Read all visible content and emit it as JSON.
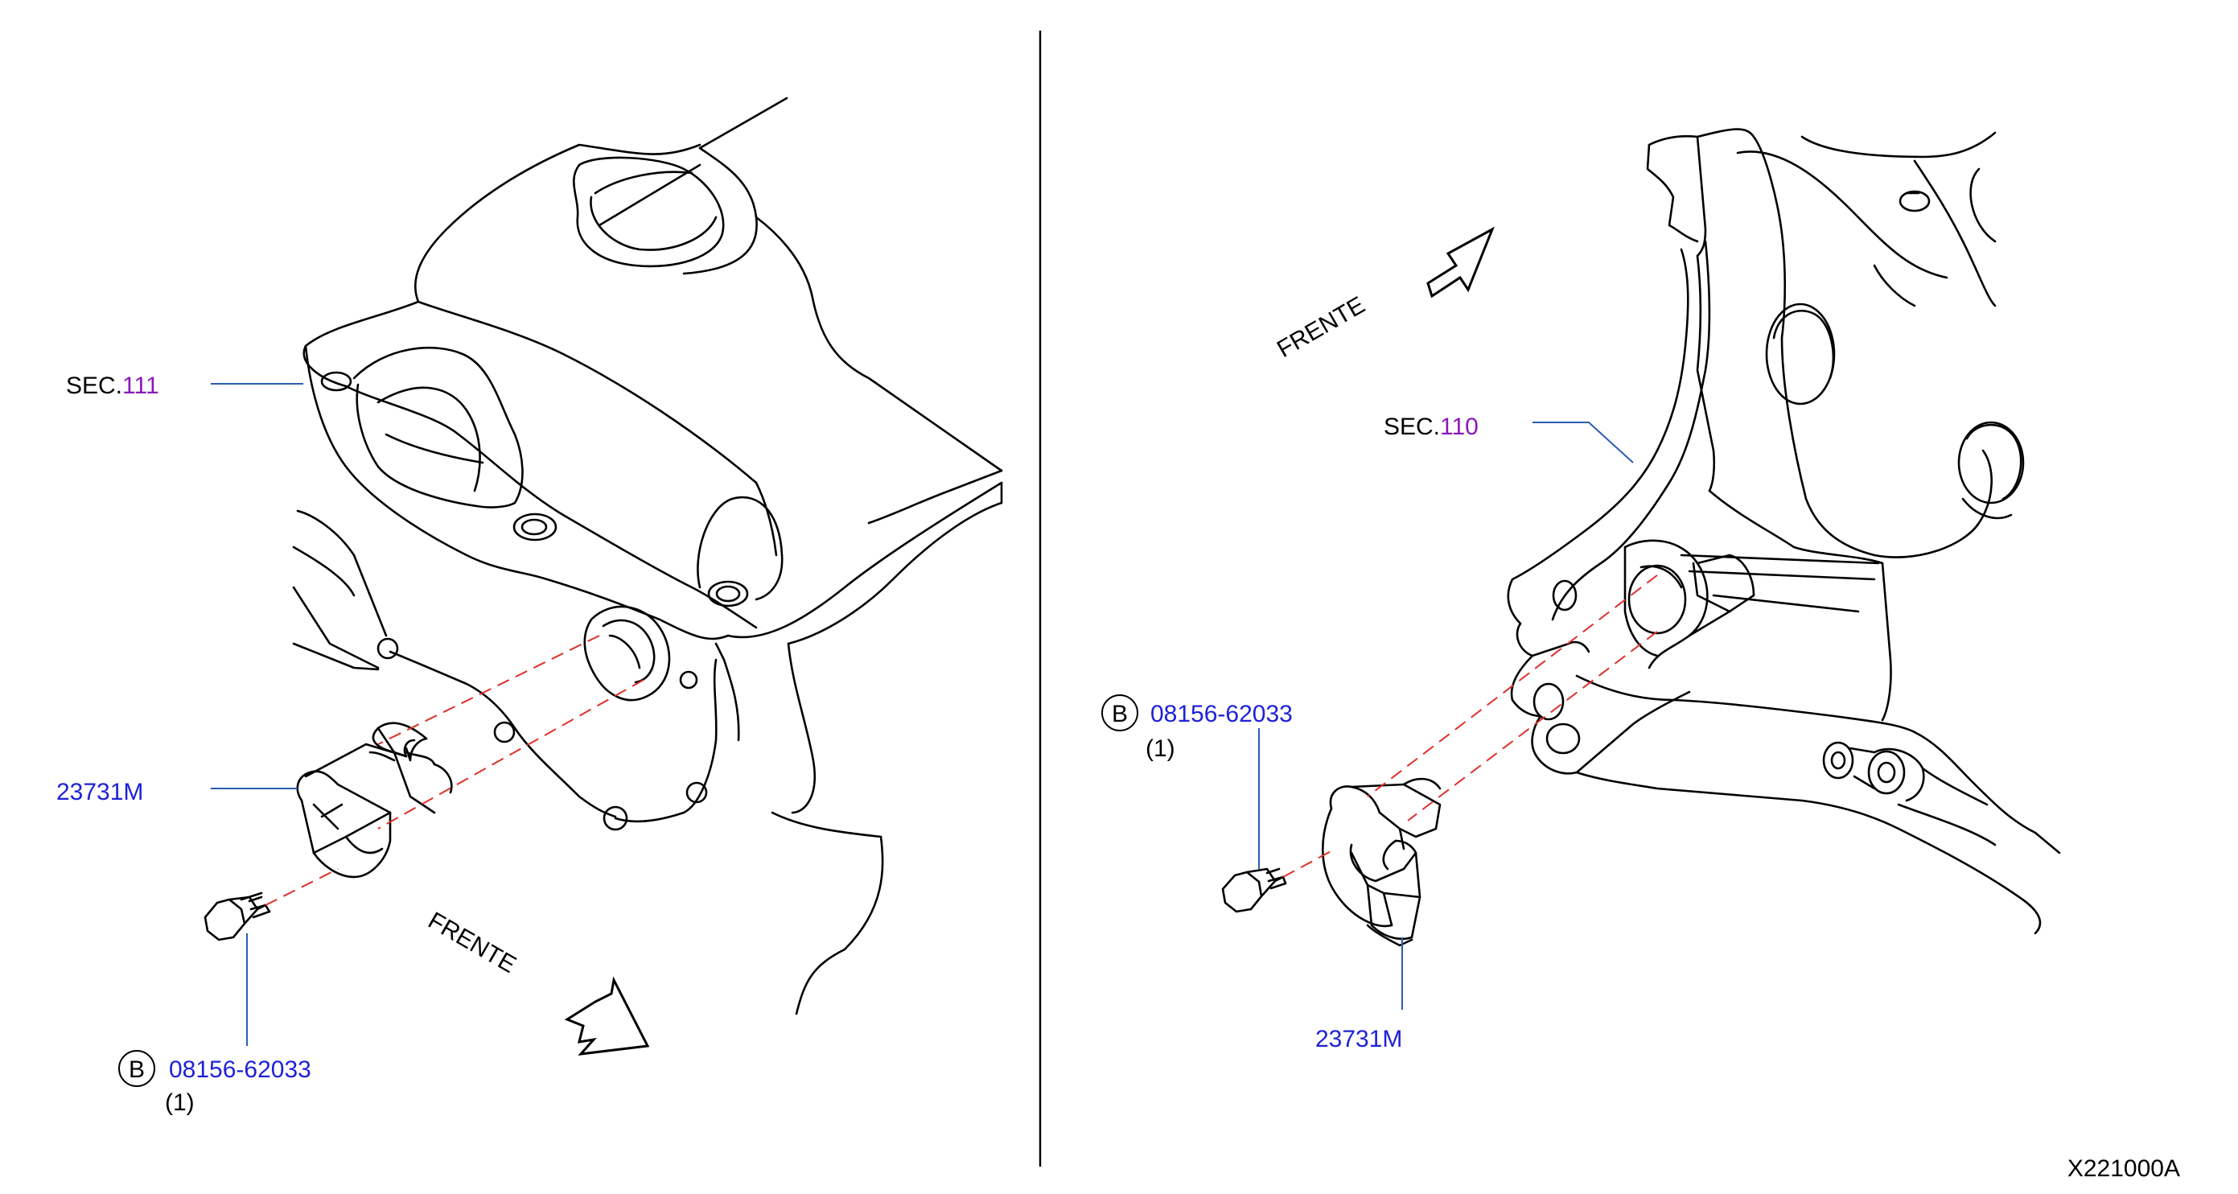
{
  "left_view": {
    "sec_prefix": "SEC.",
    "sec_number": "111",
    "sensor_part": "23731M",
    "bolt_code": "B",
    "bolt_part": "08156-62033",
    "bolt_qty": "(1)",
    "front_label": "FRENTE"
  },
  "right_view": {
    "sec_prefix": "SEC.",
    "sec_number": "110",
    "sensor_part": "23731M",
    "bolt_code": "B",
    "bolt_part": "08156-62033",
    "bolt_qty": "(1)",
    "front_label": "FRENTE"
  },
  "diagram_id": "X221000A",
  "colors": {
    "part_number_blue": "#1f22d6",
    "section_purple": "#8a1ab8",
    "leader_blue": "#2a5db0",
    "dash_red": "#e0302a"
  }
}
